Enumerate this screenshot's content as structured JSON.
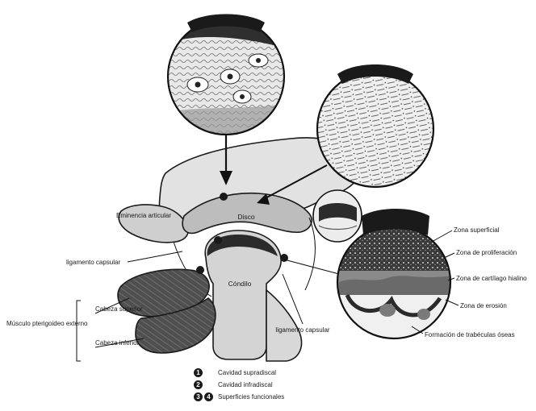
{
  "circles": {
    "top_title": "Cavidad articular",
    "right_title": "Tejido articular",
    "lower_title": "Capas del cartílago articular"
  },
  "labels": {
    "eminencia": "Eminencia articular",
    "disco": "Disco",
    "ligamento_capsular_left": "ligamento capsular",
    "condilo": "Cóndilo",
    "cabeza_superior": "Cabeza superior",
    "cabeza_inferior": "Cabeza inferior",
    "musculo_group": "Músculo pterigoideo externo",
    "ligamento_capsular_bottom": "ligamento capsular",
    "zona_superficial": "Zona superficial",
    "zona_proliferacion": "Zona de proliferación",
    "zona_cartilago": "Zona de cartílago hialino",
    "zona_erosion": "Zona de erosión",
    "formacion": "Formación de trabéculas óseas"
  },
  "legend": [
    {
      "badges": [
        "1"
      ],
      "text": "Cavidad supradiscal"
    },
    {
      "badges": [
        "2"
      ],
      "text": "Cavidad infradiscal"
    },
    {
      "badges": [
        "3",
        "4"
      ],
      "text": "Superficies funcionales"
    }
  ],
  "colors": {
    "bone": "#d9d9d9",
    "bone_dark": "#8c8c8c",
    "muscle": "#5a5a5a",
    "cartilage": "#2b2b2b"
  }
}
